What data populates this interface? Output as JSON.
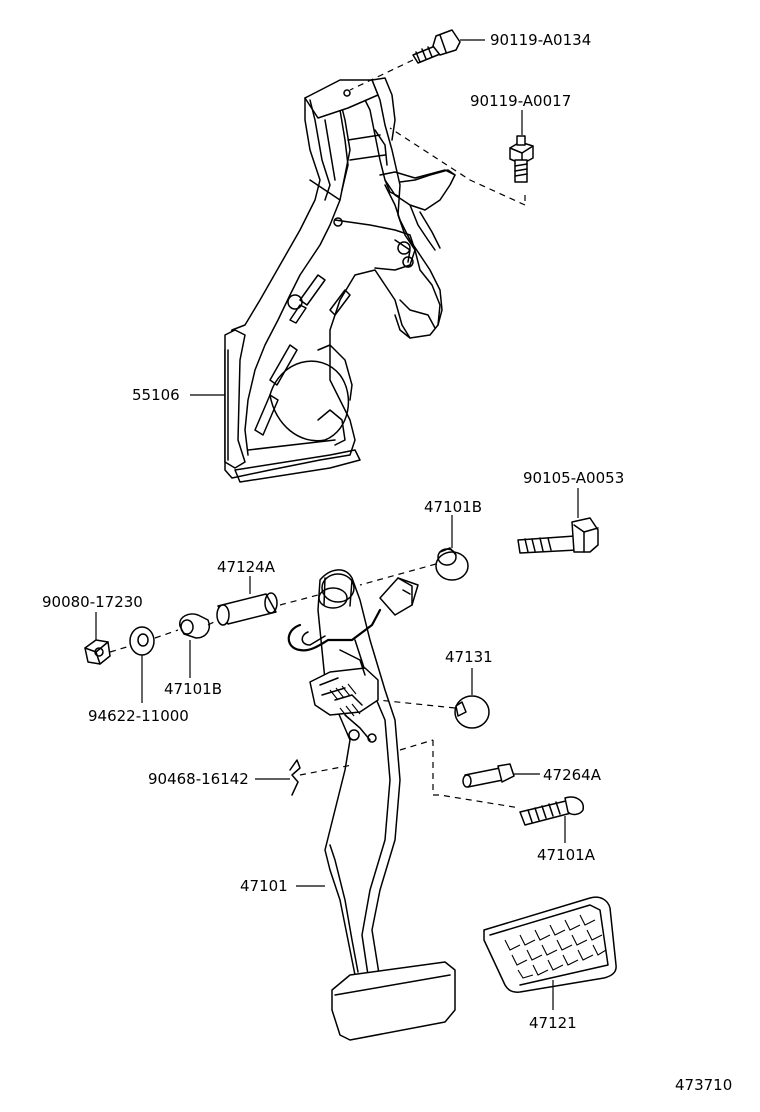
{
  "diagram": {
    "parts": [
      {
        "id": "bolt-top",
        "label": "90119-A0134"
      },
      {
        "id": "bolt-side",
        "label": "90119-A0017"
      },
      {
        "id": "bracket",
        "label": "55106"
      },
      {
        "id": "bolt-pivot",
        "label": "90105-A0053"
      },
      {
        "id": "bushing-right",
        "label": "47101B"
      },
      {
        "id": "collar",
        "label": "47124A"
      },
      {
        "id": "nut",
        "label": "90080-17230"
      },
      {
        "id": "bushing-left",
        "label": "47101B"
      },
      {
        "id": "washer",
        "label": "94622-11000"
      },
      {
        "id": "cushion",
        "label": "47131"
      },
      {
        "id": "clip",
        "label": "90468-16142"
      },
      {
        "id": "pin",
        "label": "47264A"
      },
      {
        "id": "spring",
        "label": "47101A"
      },
      {
        "id": "pedal-arm",
        "label": "47101"
      },
      {
        "id": "pedal-pad",
        "label": "47121"
      }
    ],
    "figure_number": "473710"
  }
}
